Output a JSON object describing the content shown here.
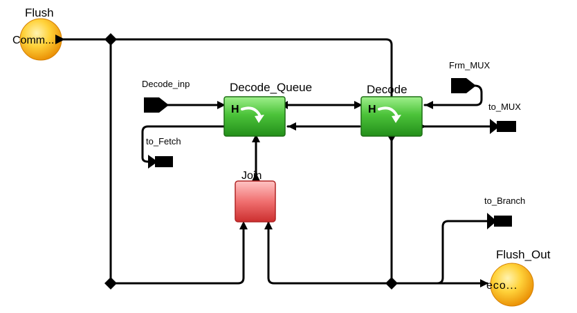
{
  "nodes": {
    "flush": {
      "label": "Flush",
      "inner": "Comm..."
    },
    "flush_out": {
      "label": "Flush_Out",
      "inner": "eco..."
    },
    "decode_queue": {
      "label": "Decode_Queue",
      "glyph": "H"
    },
    "decode": {
      "label": "Decode",
      "glyph": "H"
    },
    "join": {
      "label": "Join"
    }
  },
  "ports": {
    "decode_inp": "Decode_inp",
    "to_fetch": "to_Fetch",
    "frm_mux": "Frm_MUX",
    "to_mux": "to_MUX",
    "to_branch": "to_Branch"
  },
  "colors": {
    "actor_green": "#3fae2f",
    "actor_green_light": "#8be07a",
    "join_red": "#e24a4a",
    "join_red_light": "#ffb3b3",
    "port_orange": "#f2a300",
    "port_orange_light": "#ffe58a",
    "wire": "#000000"
  }
}
